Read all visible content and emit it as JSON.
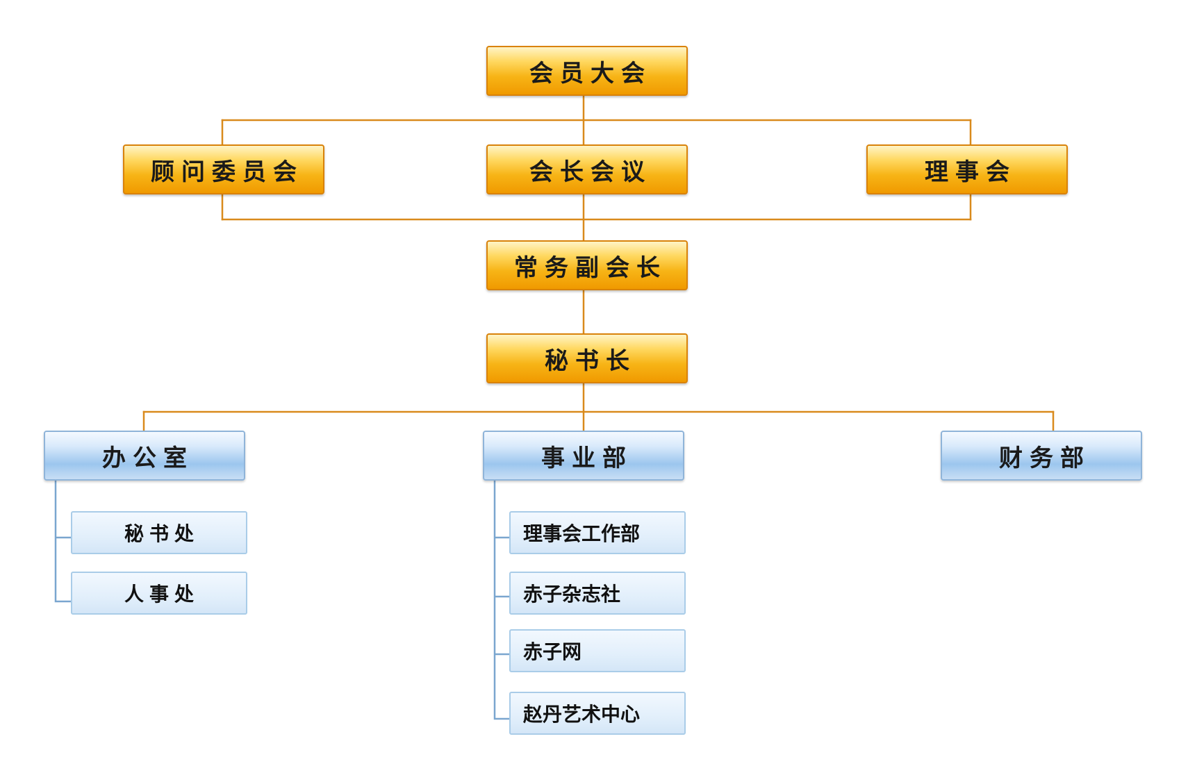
{
  "org_chart": {
    "colors": {
      "connector": "#d98a1c",
      "connector_blue": "#7aa6cf",
      "leader_box": "#f7b416",
      "department_box": "#9cc6ee",
      "section_box": "#e2effb"
    },
    "top": {
      "general_assembly": "会员大会"
    },
    "committees": {
      "advisory": "顾问委员会",
      "presidents_meeting": "会长会议",
      "council": "理事会"
    },
    "executive": {
      "vice_president": "常务副会长",
      "secretary_general": "秘书长"
    },
    "departments": {
      "office": {
        "label": "办公室",
        "sections": [
          "秘书处",
          "人事处"
        ]
      },
      "business": {
        "label": "事业部",
        "sections": [
          "理事会工作部",
          "赤子杂志社",
          "赤子网",
          "赵丹艺术中心"
        ]
      },
      "finance": {
        "label": "财务部"
      }
    }
  }
}
